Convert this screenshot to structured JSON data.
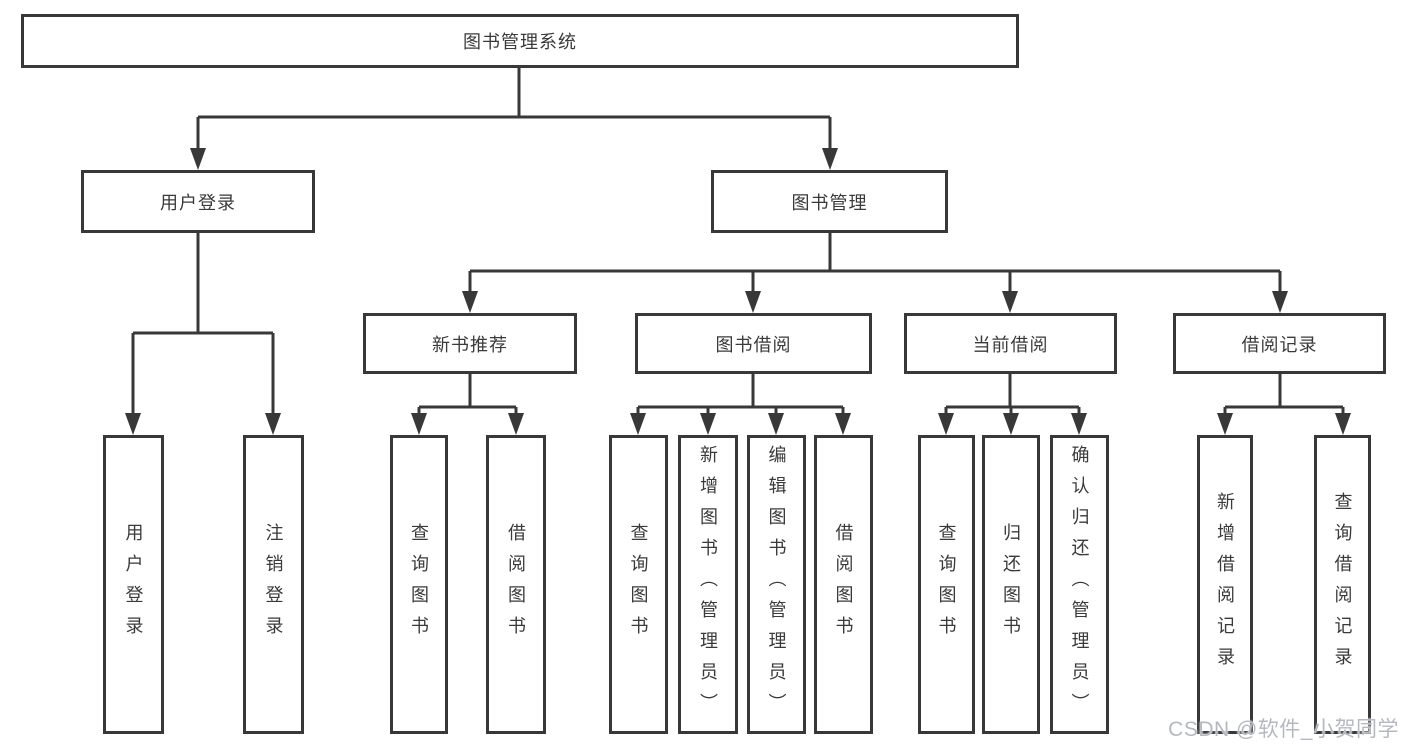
{
  "diagram": {
    "nodes": {
      "root": {
        "label": "图书管理系统"
      },
      "user_login": {
        "label": "用户登录"
      },
      "book_mgmt": {
        "label": "图书管理"
      },
      "new_book_rec": {
        "label": "新书推荐"
      },
      "book_borrow": {
        "label": "图书借阅"
      },
      "current_borrow": {
        "label": "当前借阅"
      },
      "borrow_records": {
        "label": "借阅记录"
      },
      "leaf_user_login": {
        "label": "用户登录"
      },
      "leaf_logout": {
        "label": "注销登录"
      },
      "leaf_rec_query": {
        "label": "查询图书"
      },
      "leaf_rec_borrow": {
        "label": "借阅图书"
      },
      "leaf_bb_query": {
        "label": "查询图书"
      },
      "leaf_bb_add": {
        "label": "新增图书（管理员）"
      },
      "leaf_bb_edit": {
        "label": "编辑图书（管理员）"
      },
      "leaf_bb_borrow": {
        "label": "借阅图书"
      },
      "leaf_cb_query": {
        "label": "查询图书"
      },
      "leaf_cb_return": {
        "label": "归还图书"
      },
      "leaf_cb_confirm": {
        "label": "确认归还（管理员）"
      },
      "leaf_br_add": {
        "label": "新增借阅记录"
      },
      "leaf_br_query": {
        "label": "查询借阅记录"
      }
    },
    "colors": {
      "line": "#383838",
      "text": "#3a3a3a",
      "background": "#ffffff",
      "watermark": "#b5b9bf"
    }
  },
  "watermark": {
    "text": "CSDN @软件_小贺同学"
  }
}
